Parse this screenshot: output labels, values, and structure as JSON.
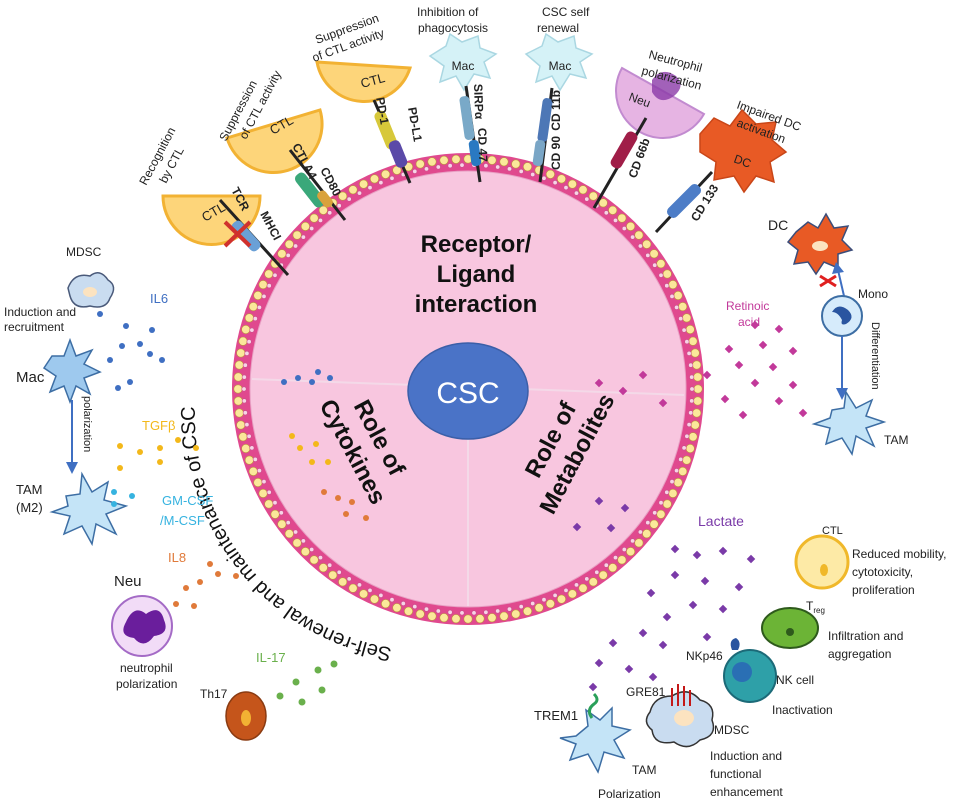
{
  "center": {
    "core": "CSC",
    "quadrants": {
      "receptor_line1": "Receptor/",
      "receptor_line2": "Ligand",
      "receptor_line3": "interaction",
      "cytokines_line1": "Role of",
      "cytokines_line2": "Cytokines",
      "metabolites_line1": "Role of",
      "metabolites_line2": "Metabolites"
    }
  },
  "arc_text": "Self-renewal and maintenance of CSC",
  "receptors": [
    {
      "caption_1": "Recognition",
      "caption_2": "by CTL",
      "cell": "CTL",
      "pair_1": "TCR",
      "pair_2": "MHCI"
    },
    {
      "caption_1": "Suppression",
      "caption_2": "of CTL activity",
      "cell": "CTL",
      "pair_1": "CTLA4",
      "pair_2": "CD80"
    },
    {
      "caption_1": "Suppression",
      "caption_2": "of CTL activity",
      "cell": "CTL",
      "pair_1": "PD-1",
      "pair_2": "PD-L1"
    },
    {
      "caption_1": "Inhibition of",
      "caption_2": "phagocytosis",
      "cell": "Mac",
      "pair_1": "SIRPα",
      "pair_2": "CD 47"
    },
    {
      "caption_1": "CSC self",
      "caption_2": "renewal",
      "cell": "Mac",
      "pair_1": "CD 11b",
      "pair_2": "CD 90"
    },
    {
      "caption_1": "Neutrophil",
      "caption_2": "polarization",
      "cell": "Neu",
      "pair_1": "CD 66b",
      "pair_2": ""
    },
    {
      "caption_1": "Impaired DC",
      "caption_2": "activation",
      "cell": "DC",
      "pair_1": "CD 133",
      "pair_2": ""
    }
  ],
  "left": {
    "mdsc": "MDSC",
    "induction_1": "Induction and",
    "induction_2": "recruitment",
    "mac": "Mac",
    "polarization": "polarization",
    "tam_1": "TAM",
    "tam_2": "(M2)",
    "il6": "IL6",
    "tgfb": "TGFβ",
    "gmcsf_1": "GM-CSF",
    "gmcsf_2": "/M-CSF",
    "il8": "IL8",
    "neu": "Neu",
    "neu_pol_1": "neutrophil",
    "neu_pol_2": "polarization",
    "il17": "IL-17",
    "th17": "Th17"
  },
  "right": {
    "dc": "DC",
    "mono": "Mono",
    "differentiation": "Differentiation",
    "tam": "TAM",
    "retinoic_1": "Retinoic",
    "retinoic_2": "acid",
    "lactate": "Lactate",
    "ctl": "CTL",
    "ctl_effect_1": "Reduced mobility,",
    "ctl_effect_2": "cytotoxicity,",
    "ctl_effect_3": "proliferation",
    "treg": "T",
    "treg_sub": "reg",
    "treg_effect_1": "Infiltration and",
    "treg_effect_2": "aggregation",
    "nkp46": "NKp46",
    "nk": "NK cell",
    "nk_effect": "Inactivation",
    "gre81": "GRE81",
    "mdsc": "MDSC",
    "mdsc_effect_1": "Induction and",
    "mdsc_effect_2": "functional",
    "mdsc_effect_3": "enhancement",
    "trem1": "TREM1",
    "tam_effect": "Polarization"
  },
  "colors": {
    "membrane": "#e0498e",
    "bead": "#fbe89a",
    "interior": "#f8c6df",
    "core": "#4a73c7",
    "il6": "#3f6fc2",
    "tgfb": "#f3b81a",
    "gmcsf": "#36b3e0",
    "il8": "#e07a3a",
    "il17": "#6ab04c",
    "retinoic": "#c2399a",
    "lactate": "#7a3aa8"
  }
}
